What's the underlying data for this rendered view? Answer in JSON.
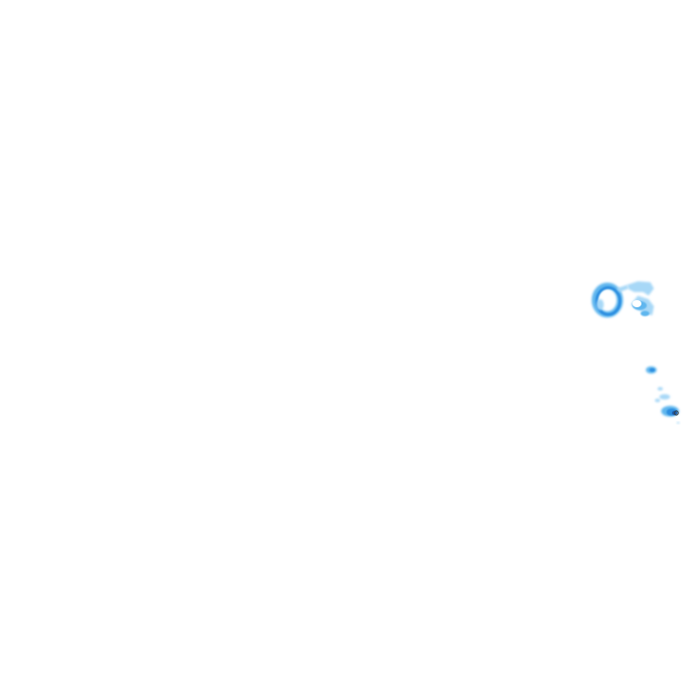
{
  "map": {
    "type": "radar-precipitation-overlay",
    "background_color": "#ffffff",
    "colors": {
      "light": "#a7d8f7",
      "moderate": "#5fb6ee",
      "strong": "#2f8fe0",
      "core": "#1f5fae",
      "marker": "#333333"
    },
    "echoes": [
      {
        "id": "ring-cell",
        "kind": "ring",
        "intensity": "moderate"
      },
      {
        "id": "broken-cell",
        "kind": "broken",
        "intensity": "light"
      },
      {
        "id": "small-cell-north",
        "kind": "blob",
        "intensity": "moderate"
      },
      {
        "id": "trail-cell",
        "kind": "trail",
        "intensity": "light"
      },
      {
        "id": "core-cell-south",
        "kind": "core",
        "intensity": "strong"
      }
    ]
  }
}
